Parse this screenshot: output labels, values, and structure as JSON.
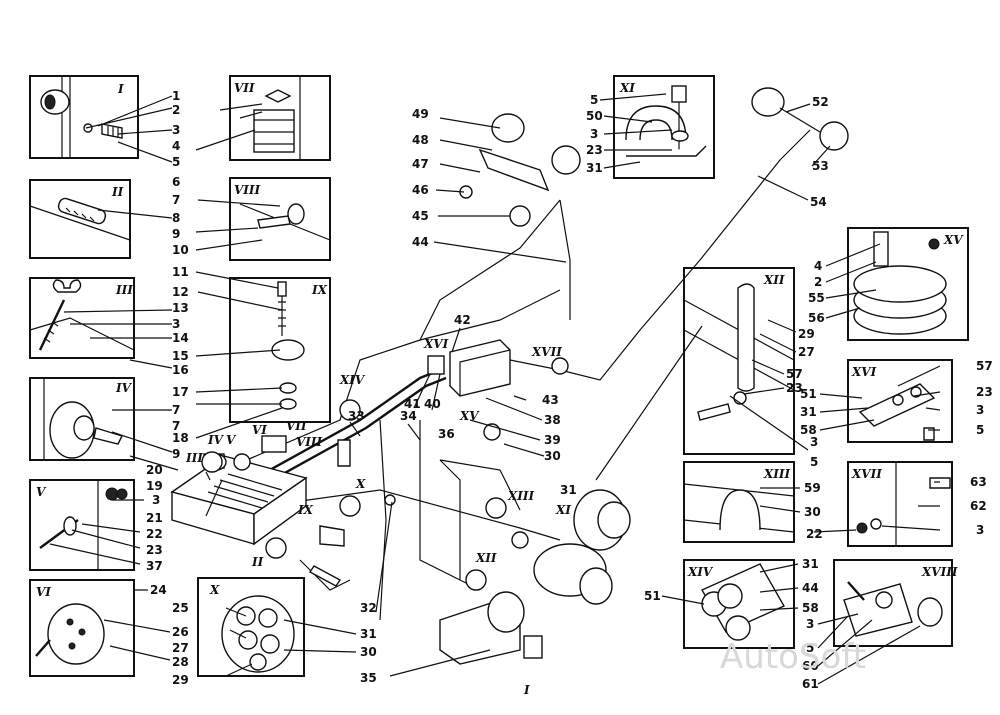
{
  "watermark": "AutoSoft",
  "insets": {
    "I": "I",
    "II": "II",
    "III": "III",
    "IV": "IV",
    "V": "V",
    "VI": "VI",
    "VII": "VII",
    "VIII": "VIII",
    "IX": "IX",
    "X": "X",
    "XI": "XI",
    "XII": "XII",
    "XIII": "XIII",
    "XIV": "XIV",
    "XV": "XV",
    "XVI": "XVI",
    "XVII": "XVII",
    "XVIII": "XVIII"
  },
  "main_roman": {
    "I": "I",
    "II": "II",
    "III": "III",
    "IV": "IV",
    "V": "V",
    "VI": "VI",
    "VII": "VII",
    "VIII": "VIII",
    "IX": "IX",
    "X": "X",
    "XI": "XI",
    "XII": "XII",
    "XIII": "XIII",
    "XIV": "XIV",
    "XV": "XV",
    "XVI": "XVI",
    "XVII": "XVII"
  },
  "callouts": {
    "c1": "1",
    "c2": "2",
    "c3": "3",
    "c4": "4",
    "c5": "5",
    "c6": "6",
    "c7": "7",
    "c8": "8",
    "c9": "9",
    "c10": "10",
    "c11": "11",
    "c12": "12",
    "c13": "13",
    "c3b": "3",
    "c14": "14",
    "c15": "15",
    "c16": "16",
    "c17": "17",
    "c7b": "7",
    "c7c": "7",
    "c18": "18",
    "c20": "20",
    "c9b": "9",
    "c19": "19",
    "c3c": "3",
    "c21": "21",
    "c22": "22",
    "c23": "23",
    "c37": "37",
    "c24": "24",
    "c25": "25",
    "c26": "26",
    "c27": "27",
    "c28": "28",
    "c29": "29",
    "c32": "32",
    "c31": "31",
    "c30": "30",
    "c35": "35",
    "c33": "33",
    "c34": "34",
    "c36": "36",
    "c41": "41",
    "c40": "40",
    "c42": "42",
    "c43": "43",
    "c38": "38",
    "c39": "39",
    "c30b": "30",
    "c31b": "31",
    "c44": "44",
    "c45": "45",
    "c46": "46",
    "c47": "47",
    "c48": "48",
    "c49": "49",
    "c5b": "5",
    "c50": "50",
    "c3d": "3",
    "c23b": "23",
    "c31c": "31",
    "c52": "52",
    "c53": "53",
    "c54": "54",
    "c4b": "4",
    "c2b": "2",
    "c55": "55",
    "c56": "56",
    "c29b": "29",
    "c27b": "27",
    "c57": "57",
    "c23c": "23",
    "c3e": "3",
    "c5c": "5",
    "c57b": "57",
    "c23d": "23",
    "c3f": "3",
    "c5d": "5",
    "c51": "51",
    "c31d": "31",
    "c58": "58",
    "c59": "59",
    "c30c": "30",
    "c63": "63",
    "c62": "62",
    "c22b": "22",
    "c3g": "3",
    "c51b": "51",
    "c31e": "31",
    "c44b": "44",
    "c58b": "58",
    "c3h": "3",
    "c5e": "5",
    "c60": "60",
    "c61": "61"
  }
}
